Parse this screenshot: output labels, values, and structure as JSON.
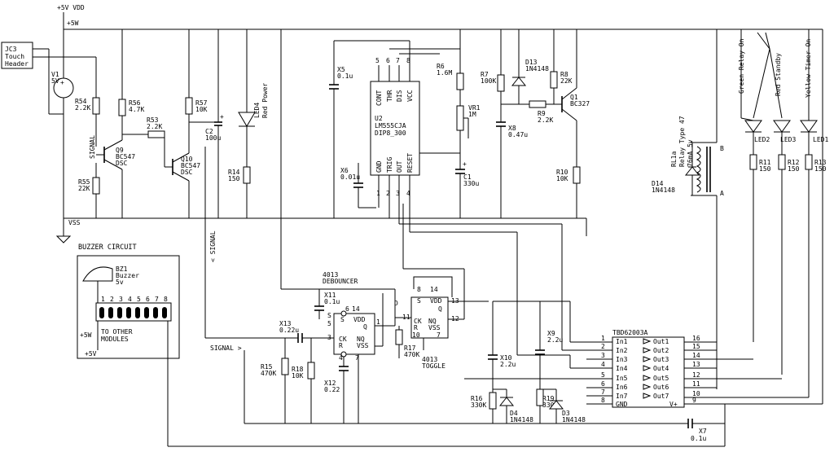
{
  "rails": {
    "vdd": "+5V VDD",
    "v5": "+5W",
    "vss": "VSS",
    "plus5w": "+5W",
    "plus5v": "+5V"
  },
  "touch_header": {
    "line1": "JC3",
    "line2": "Touch",
    "line3": "Header"
  },
  "v1": {
    "ref": "V1",
    "val": "5V"
  },
  "r54": {
    "ref": "R54",
    "val": "2.2K"
  },
  "r55": {
    "ref": "R55",
    "val": "22K"
  },
  "r56": {
    "ref": "R56",
    "val": "4.7K"
  },
  "r53": {
    "ref": "R53",
    "val": "2.2K"
  },
  "r57": {
    "ref": "R57",
    "val": "10K"
  },
  "q9": {
    "ref": "Q9",
    "val": "BC547",
    "pkg": "DSC"
  },
  "q10": {
    "ref": "Q10",
    "val": "BC547",
    "pkg": "DSC"
  },
  "c2": {
    "ref": "C2",
    "val": "100u"
  },
  "led4": {
    "ref": "LED4",
    "val": "Red Power"
  },
  "r14": {
    "ref": "R14",
    "val": "150"
  },
  "signal_labels": {
    "s1": "SIGNAL",
    "s2": "< SIGNAL",
    "s3": "SIGNAL >"
  },
  "x5": {
    "ref": "X5",
    "val": "0.1u"
  },
  "x6": {
    "ref": "X6",
    "val": "0.01u"
  },
  "u2": {
    "ref": "U2",
    "val": "LM555CJA",
    "pkg": "DIP8_300",
    "top_pins": [
      "CONT",
      "THR",
      "DIS",
      "VCC"
    ],
    "bottom_pins": [
      "GND",
      "TRIG",
      "OUT",
      "RESET"
    ],
    "top_nums": [
      "5",
      "6",
      "7",
      "8"
    ],
    "bottom_nums": [
      "1",
      "2",
      "3",
      "4"
    ]
  },
  "r6": {
    "ref": "R6",
    "val": "1.6M"
  },
  "vr1": {
    "ref": "VR1",
    "val": "1M"
  },
  "c1": {
    "ref": "C1",
    "val": "330u"
  },
  "r7": {
    "ref": "R7",
    "val": "100K"
  },
  "d13": {
    "ref": "D13",
    "val": "1N4148"
  },
  "r8": {
    "ref": "R8",
    "val": "22K"
  },
  "r9": {
    "ref": "R9",
    "val": "2.2K"
  },
  "q1": {
    "ref": "Q1",
    "val": "BC327"
  },
  "x8": {
    "ref": "X8",
    "val": "0.47u"
  },
  "r10": {
    "ref": "R10",
    "val": "10K"
  },
  "relay": {
    "ref": "RL1a",
    "val1": "Relay Type 47",
    "val2": "76mA 5v"
  },
  "d14": {
    "ref": "D14",
    "val": "1N4148"
  },
  "leds": {
    "green": "Green Relay On",
    "red": "Red Standby",
    "yellow": "Yellow Timer On",
    "led2": "LED2",
    "led3": "LED3",
    "led1": "LED1"
  },
  "r11": {
    "ref": "R11",
    "val": "150"
  },
  "r12": {
    "ref": "R12",
    "val": "150"
  },
  "r13": {
    "ref": "R13",
    "val": "150"
  },
  "buzzer": {
    "title": "BUZZER CIRCUIT",
    "ref": "BZ1",
    "val1": "Buzzer",
    "val2": "5v",
    "to_modules1": "TO OTHER",
    "to_modules2": "MODULES",
    "pins": [
      "1",
      "2",
      "3",
      "4",
      "5",
      "6",
      "7",
      "8"
    ]
  },
  "u4013a": {
    "title": "4013",
    "sub": "DEBOUNCER",
    "pins": {
      "s": "S",
      "vdd": "VDD",
      "ck": "CK",
      "q": "Q",
      "r": "R",
      "nq": "NQ",
      "vss": "VSS",
      "d": "D"
    }
  },
  "u4013b": {
    "title": "4013",
    "sub": "TOGGLE"
  },
  "x11": {
    "ref": "X11",
    "val": "0.1u"
  },
  "x13": {
    "ref": "X13",
    "val": "0.22u"
  },
  "x12": {
    "ref": "X12",
    "val": "0.22"
  },
  "r15": {
    "ref": "R15",
    "val": "470K"
  },
  "r18": {
    "ref": "R18",
    "val": "10K"
  },
  "r17": {
    "ref": "R17",
    "val": "470K"
  },
  "x9": {
    "ref": "X9",
    "val": "2.2u"
  },
  "x10": {
    "ref": "X10",
    "val": "2.2u"
  },
  "r16": {
    "ref": "R16",
    "val": "330K"
  },
  "r19": {
    "ref": "R19",
    "val": "330K"
  },
  "d4": {
    "ref": "D4",
    "val": "1N4148"
  },
  "d3": {
    "ref": "D3",
    "val": "1N4148"
  },
  "x7": {
    "ref": "X7",
    "val": "0.1u"
  },
  "tbd": {
    "ref": "TBD62003A",
    "ins": [
      "In1",
      "In2",
      "In3",
      "In4",
      "In5",
      "In6",
      "In7",
      "GND"
    ],
    "outs": [
      "Out1",
      "Out2",
      "Out3",
      "Out4",
      "Out5",
      "Out6",
      "Out7",
      "V+"
    ],
    "lnums": [
      "1",
      "2",
      "3",
      "4",
      "5",
      "6",
      "7",
      "8"
    ],
    "rnums": [
      "16",
      "15",
      "14",
      "13",
      "12",
      "11",
      "10",
      "9"
    ]
  }
}
